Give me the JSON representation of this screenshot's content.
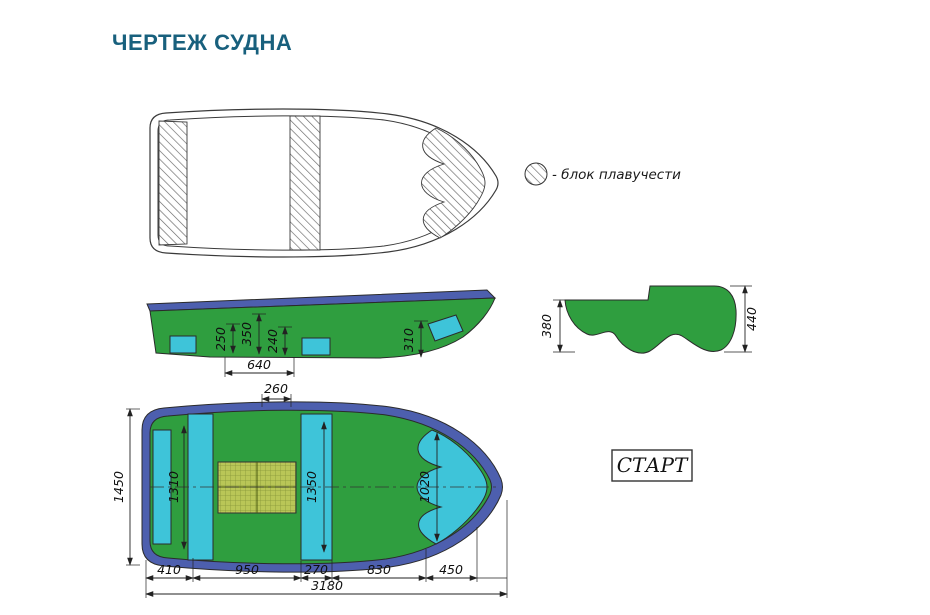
{
  "title": "ЧЕРТЕЖ СУДНА",
  "legend": {
    "text": "- блок плавучести"
  },
  "model": {
    "name": "СТАРТ"
  },
  "colors": {
    "hull": "#2f9e3f",
    "seat": "#3ec4d9",
    "gunwale": "#4d5fae",
    "grating": "#b9c657",
    "title_accent": "#18607d"
  },
  "side_view": {
    "d250": "250",
    "d350": "350",
    "d240": "240",
    "d310": "310",
    "d640": "640"
  },
  "section_view": {
    "d380": "380",
    "d440": "440"
  },
  "plan_view": {
    "d260": "260",
    "d1450": "1450",
    "d1310": "1310",
    "d1350": "1350",
    "d1020": "1020",
    "d410": "410",
    "d950": "950",
    "d270": "270",
    "d830": "830",
    "d450": "450",
    "d3180": "3180"
  }
}
